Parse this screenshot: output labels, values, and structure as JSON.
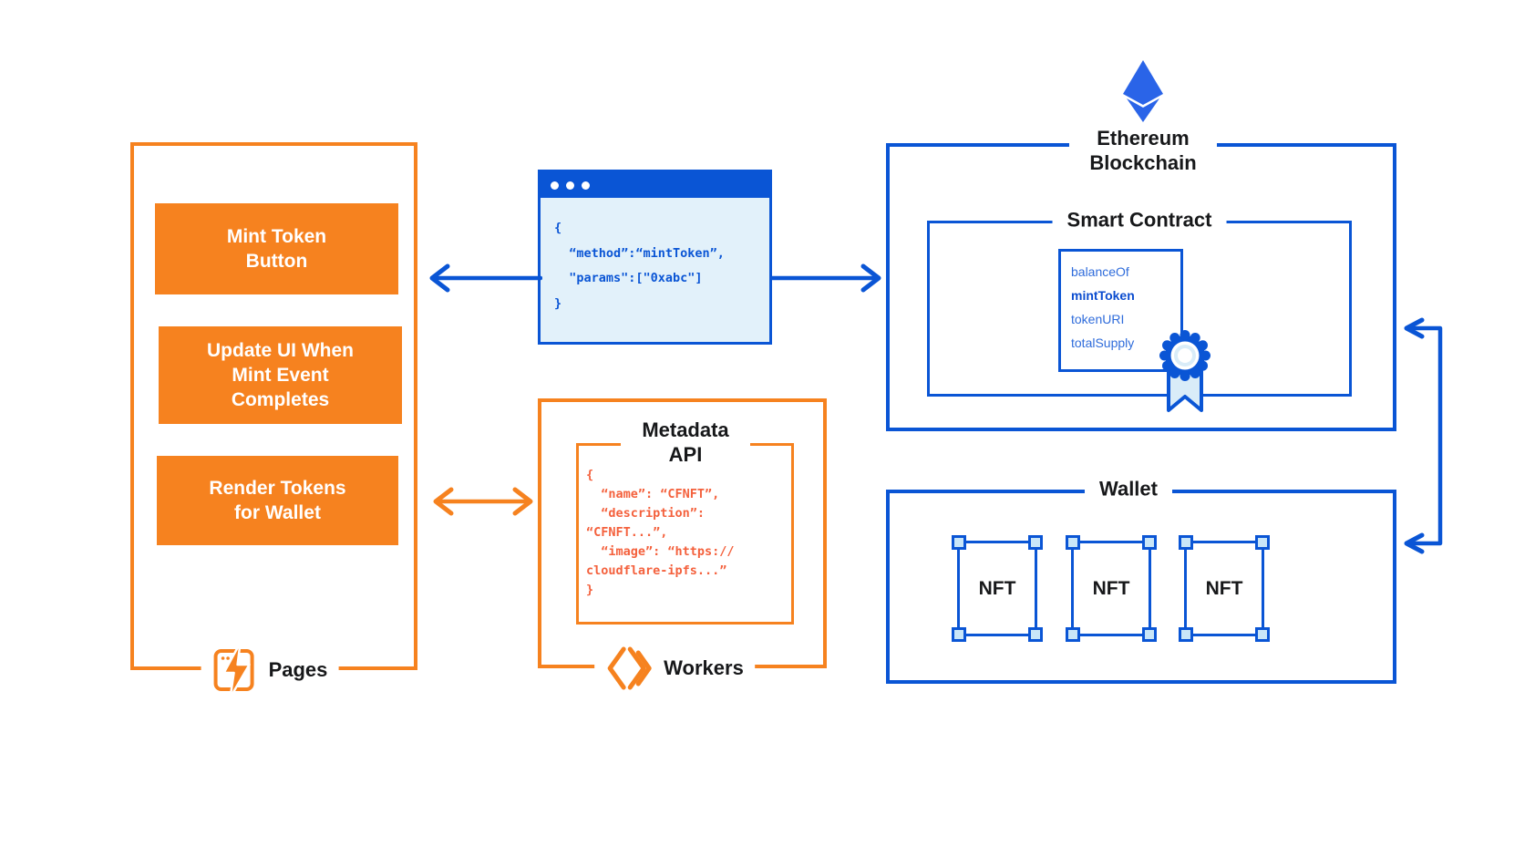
{
  "colors": {
    "orange": "#F6821F",
    "blue": "#0A55D5",
    "code-orange": "#F4613D",
    "light-blue": "#E2F1FA",
    "handle-fill": "#C9E6F8",
    "ribbon-pale": "#D9ECF8",
    "eth-blue": "#2A64E8",
    "ink": "#17181A"
  },
  "pages_box": {
    "buttons": [
      {
        "label": "Mint Token Button"
      },
      {
        "label": "Update UI When Mint Event Completes"
      },
      {
        "label": "Render Tokens for Wallet"
      }
    ],
    "footer_label": "Pages"
  },
  "browser_window": {
    "code": "{\n  “method”:“mintToken”,\n  \"params\":[\"0xabc\"]\n}"
  },
  "workers_box": {
    "api_title": "Metadata API",
    "code": "{\n  “name”: “CFNFT”,\n  “description”:\n“CFNFT...”,\n  “image”: “https://\ncloudflare-ipfs...”\n}",
    "footer_label": "Workers"
  },
  "ethereum": {
    "title": "Ethereum Blockchain",
    "contract": {
      "title": "Smart Contract",
      "functions": [
        {
          "name": "balanceOf"
        },
        {
          "name": "mintToken"
        },
        {
          "name": "tokenURI"
        },
        {
          "name": "totalSupply"
        }
      ]
    }
  },
  "wallet": {
    "title": "Wallet",
    "nft_label": "NFT"
  }
}
